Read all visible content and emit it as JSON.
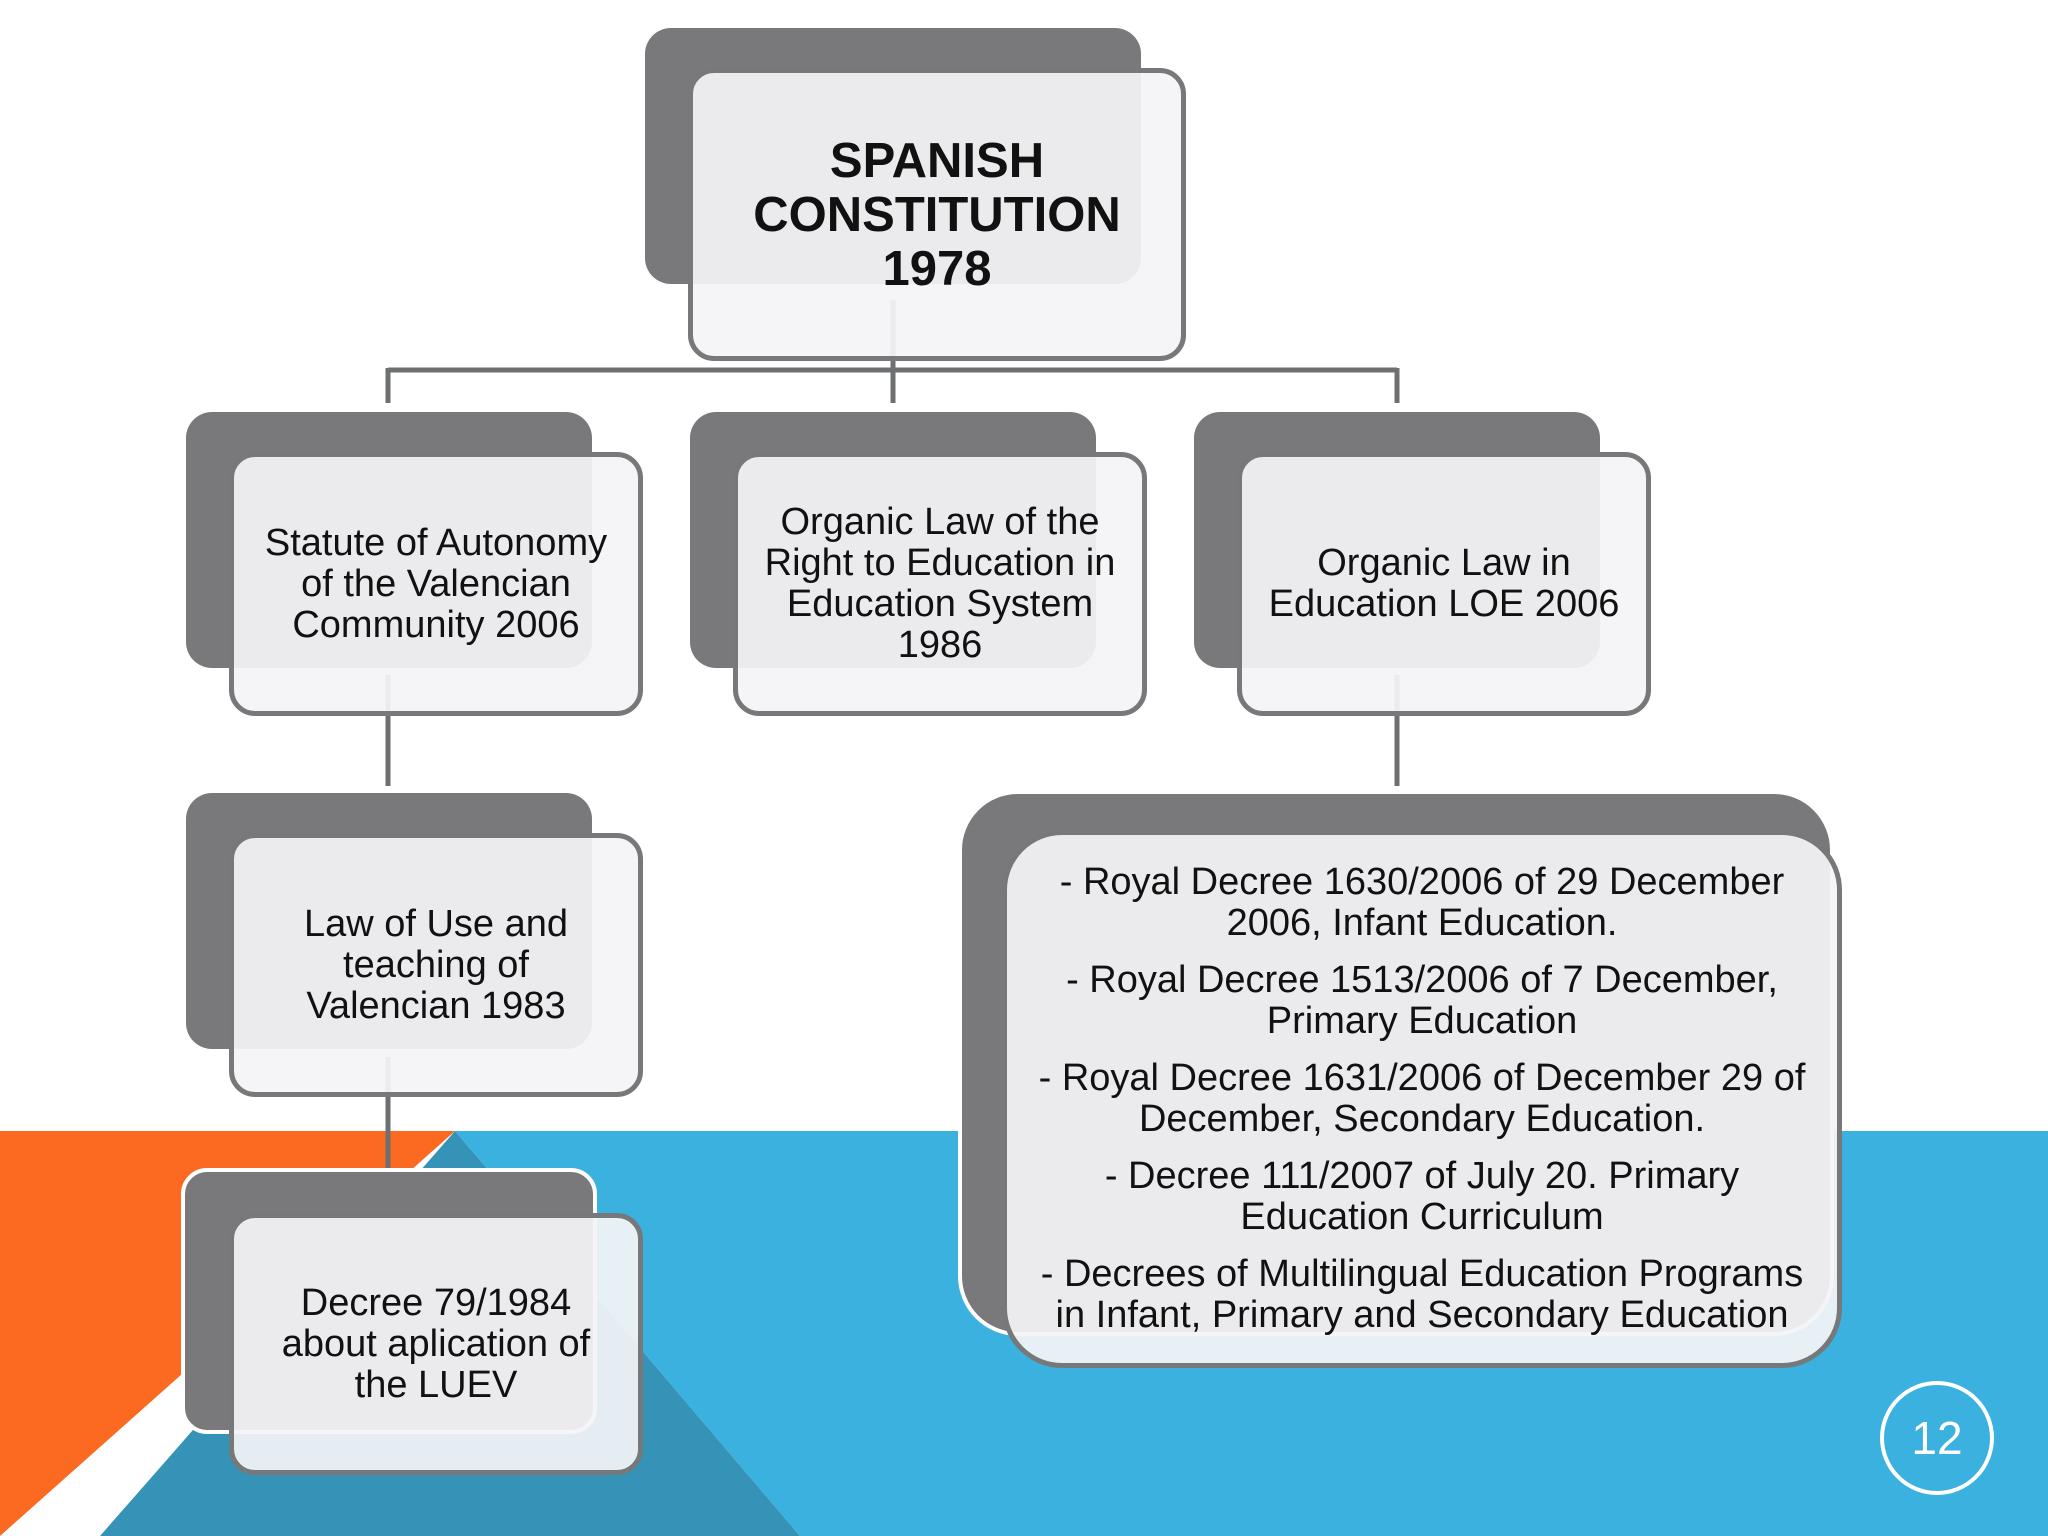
{
  "diagram": {
    "root": {
      "label_lines": [
        "SPANISH",
        "CONSTITUTION",
        "1978"
      ]
    },
    "level1": [
      {
        "label_lines": [
          "Statute of Autonomy",
          "of the Valencian",
          "Community 2006"
        ]
      },
      {
        "label_lines": [
          "Organic Law of the",
          "Right to Education in",
          "Education System",
          "1986"
        ]
      },
      {
        "label_lines": [
          "Organic Law in",
          "Education LOE 2006"
        ]
      }
    ],
    "valencian_chain": [
      {
        "label_lines": [
          "Law of Use and",
          "teaching of",
          "Valencian 1983"
        ]
      },
      {
        "label_lines": [
          "Decree 79/1984",
          "about aplication of",
          "the LUEV"
        ]
      }
    ],
    "loe_decrees": [
      [
        "- Royal Decree 1630/2006 of  29 December",
        "2006, Infant  Education."
      ],
      [
        "- Royal Decree 1513/2006 of 7 December,",
        "Primary Education"
      ],
      [
        "- Royal Decree 1631/2006 of December 29 of",
        "December, Secondary Education."
      ],
      [
        "- Decree 111/2007 of July 20. Primary",
        "Education Curriculum"
      ],
      [
        "- Decrees of Multilingual Education Programs",
        "in Infant, Primary and Secondary Education"
      ]
    ]
  },
  "slide_number": "12",
  "colors": {
    "orange": "#fb6a20",
    "blue": "#3bb1df",
    "dark_blue": "#3593b8",
    "box_back": "#79797b",
    "connector": "#6e6f71"
  }
}
